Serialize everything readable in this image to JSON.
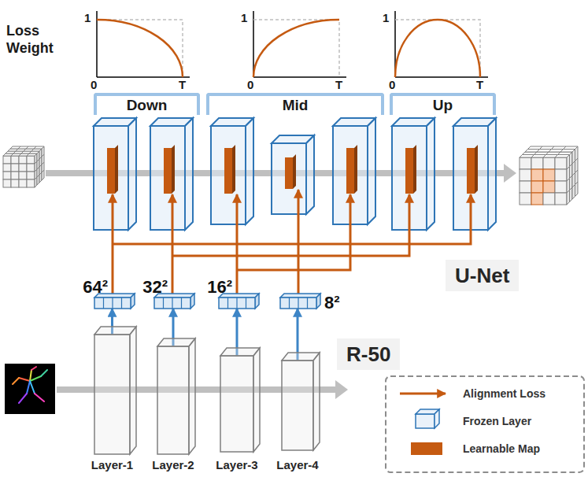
{
  "diagram": {
    "nodes": [
      {
        "text": [
          "Down"
        ]
      },
      {
        "text": [
          "Mid"
        ]
      },
      {
        "text": [
          "Up"
        ]
      },
      {
        "text": [
          "U-Net"
        ]
      },
      {
        "text": [
          "64²"
        ]
      },
      {
        "text": [
          "32²"
        ]
      },
      {
        "text": [
          "16²"
        ]
      },
      {
        "text": [
          "8²"
        ]
      },
      {
        "text": [
          "R-50"
        ]
      },
      {
        "text": [
          "Layer-1"
        ]
      },
      {
        "text": [
          "Layer-2"
        ]
      },
      {
        "text": [
          "Layer-3"
        ]
      },
      {
        "text": [
          "Layer-4"
        ]
      }
    ],
    "edges": [
      {
        "from": 9,
        "to": 4,
        "arrow": "to"
      },
      {
        "from": 10,
        "to": 5,
        "arrow": "to"
      },
      {
        "from": 11,
        "to": 6,
        "arrow": "to"
      },
      {
        "from": 12,
        "to": 7,
        "arrow": "to"
      }
    ],
    "labels": [
      "Loss Weight",
      "1",
      "0",
      "T",
      "1",
      "0",
      "T",
      "1",
      "0",
      "T"
    ],
    "legend": [
      {
        "text": "Alignment Loss"
      },
      {
        "text": "Frozen Layer"
      },
      {
        "text": "Learnable Map",
        "color": "#c55a11"
      }
    ]
  }
}
